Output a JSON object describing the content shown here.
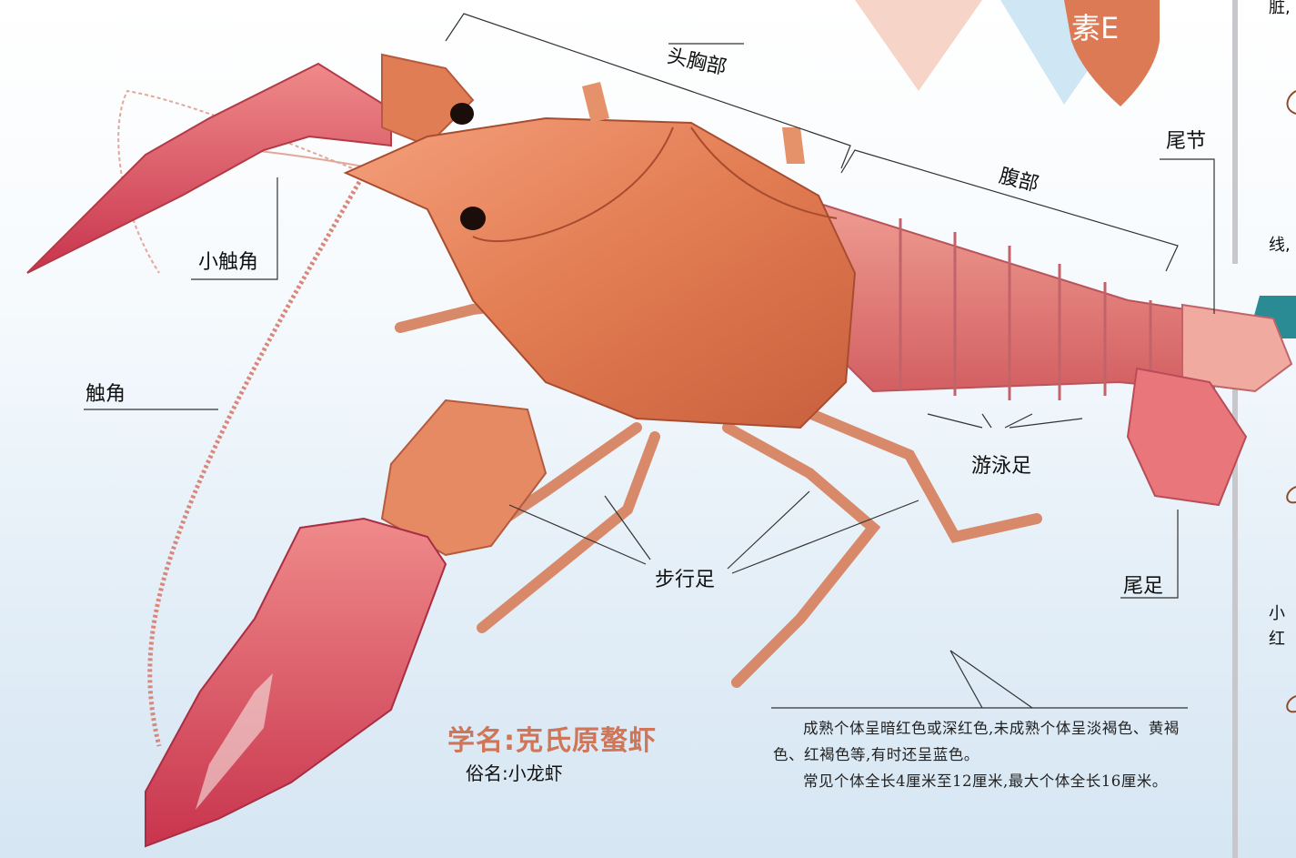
{
  "labels": {
    "cephalothorax": "头胸部",
    "abdomen": "腹部",
    "telson": "尾节",
    "antennule": "小触角",
    "antenna": "触角",
    "swimmerets": "游泳足",
    "walking_legs": "步行足",
    "uropod": "尾足"
  },
  "badge": "素E",
  "scientific_name": "学名:克氏原螯虾",
  "common_name": "俗名:小龙虾",
  "description": {
    "para1": "成熟个体呈暗红色或深红色,未成熟个体呈淡褐色、黄褐色、红褐色等,有时还呈蓝色。",
    "para2": "常见个体全长4厘米至12厘米,最大个体全长16厘米。"
  },
  "side_text": {
    "top": "脏,",
    "middle": "线,",
    "bottom1": "小",
    "bottom2": "红"
  },
  "colors": {
    "shell": "#e07d55",
    "claw": "#d9495e",
    "title": "#cf7558",
    "teal": "#2a8b95",
    "pink_triangle": "#f7d4c8",
    "blue_triangle": "#cfe6f4",
    "badge_fill": "#dc7a55"
  }
}
